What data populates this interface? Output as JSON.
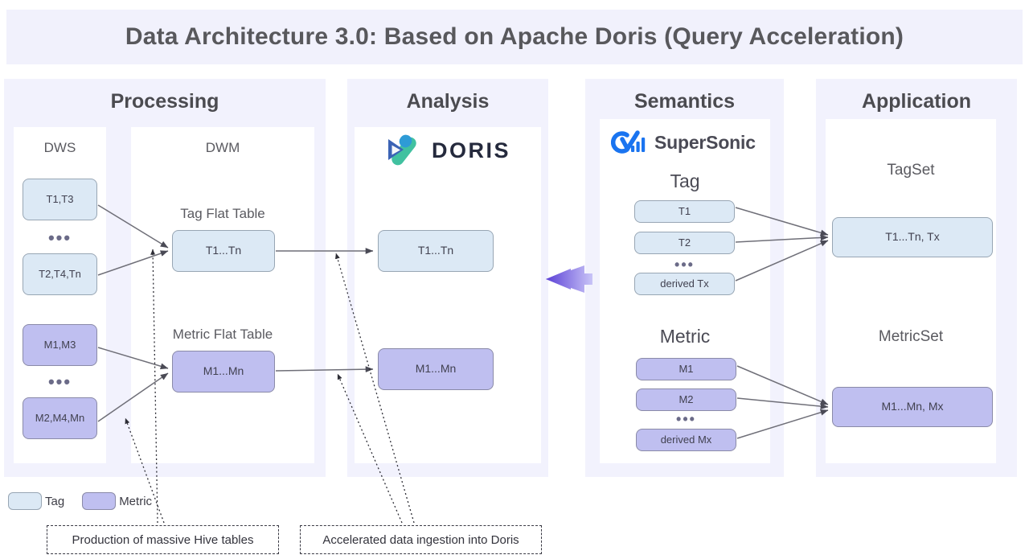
{
  "title": "Data Architecture 3.0: Based on Apache Doris (Query Acceleration)",
  "colors": {
    "banner_bg": "#f1f1fc",
    "panel_bg": "#f2f2fd",
    "card_bg": "#ffffff",
    "tag_fill": "#dce9f5",
    "tag_border": "#98a6b4",
    "metric_fill": "#bfbff0",
    "metric_border": "#8a8aa8",
    "arrow_purple_dark": "#5b40d6",
    "arrow_purple_light": "#c9c4f7",
    "wire": "#6f6f78",
    "doris_blue": "#3b63b5",
    "doris_cyan": "#2e9bd6",
    "doris_green": "#41c1a0",
    "supersonic_blue": "#1a74f0"
  },
  "columns": {
    "processing": {
      "title": "Processing",
      "dws": {
        "title": "DWS",
        "nodes": [
          {
            "label": "T1,T3",
            "kind": "tag"
          },
          {
            "label": "T2,T4,Tn",
            "kind": "tag"
          },
          {
            "label": "M1,M3",
            "kind": "metric"
          },
          {
            "label": "M2,M4,Mn",
            "kind": "metric"
          }
        ],
        "ellipsis": "•••"
      },
      "dwm": {
        "title": "DWM",
        "tag_flat_table_label": "Tag Flat Table",
        "metric_flat_table_label": "Metric Flat Table",
        "nodes": [
          {
            "label": "T1...Tn",
            "kind": "tag"
          },
          {
            "label": "M1...Mn",
            "kind": "metric"
          }
        ]
      }
    },
    "analysis": {
      "title": "Analysis",
      "logo_text": "DORIS",
      "nodes": [
        {
          "label": "T1...Tn",
          "kind": "tag"
        },
        {
          "label": "M1...Mn",
          "kind": "metric"
        }
      ]
    },
    "semantics": {
      "title": "Semantics",
      "logo_text": "SuperSonic",
      "tag_group": {
        "title": "Tag",
        "nodes": [
          "T1",
          "T2",
          "derived Tx"
        ],
        "ellipsis": "•••"
      },
      "metric_group": {
        "title": "Metric",
        "nodes": [
          "M1",
          "M2",
          "derived Mx"
        ],
        "ellipsis": "•••"
      }
    },
    "application": {
      "title": "Application",
      "tagset": {
        "title": "TagSet",
        "node": "T1...Tn, Tx"
      },
      "metricset": {
        "title": "MetricSet",
        "node": "M1...Mn, Mx"
      }
    }
  },
  "legend": [
    {
      "label": "Tag",
      "kind": "tag"
    },
    {
      "label": "Metric",
      "kind": "metric"
    }
  ],
  "callouts": [
    {
      "label": "Production of massive Hive tables"
    },
    {
      "label": "Accelerated data ingestion into Doris"
    }
  ]
}
